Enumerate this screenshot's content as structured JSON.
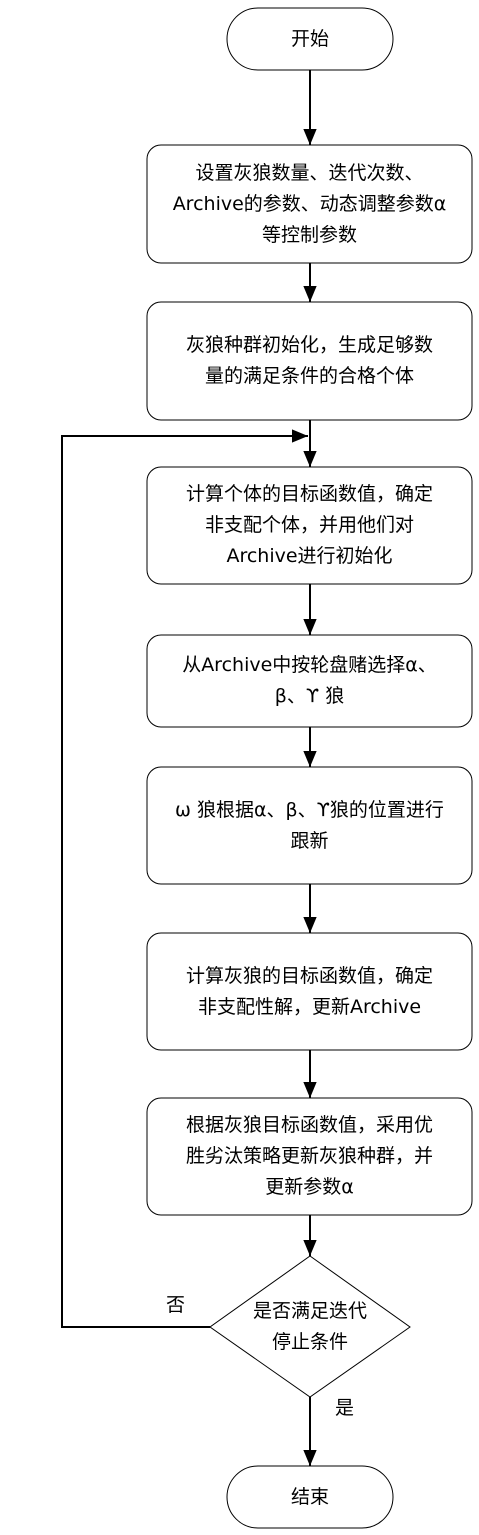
{
  "nodes": {
    "start": {
      "text": "开始"
    },
    "set_params": {
      "lines": [
        "设置灰狼数量、迭代次数、",
        "Archive的参数、动态调整参数α",
        "等控制参数"
      ]
    },
    "init_population": {
      "lines": [
        "灰狼种群初始化，生成足够数",
        "量的满足条件的合格个体"
      ]
    },
    "calc_objective": {
      "lines": [
        "计算个体的目标函数值，确定",
        "非支配个体，并用他们对",
        "Archive进行初始化"
      ]
    },
    "select_leaders": {
      "lines": [
        "从Archive中按轮盘赌选择α、",
        "β、ϒ 狼"
      ]
    },
    "update_omega": {
      "lines": [
        "ω 狼根据α、β、ϒ狼的位置进行",
        "跟新"
      ]
    },
    "update_archive": {
      "lines": [
        "计算灰狼的目标函数值，确定",
        "非支配性解，更新Archive"
      ]
    },
    "update_population": {
      "lines": [
        "根据灰狼目标函数值，采用优",
        "胜劣汰策略更新灰狼种群，并",
        "更新参数α"
      ]
    },
    "check_stop": {
      "lines": [
        "是否满足迭代",
        "停止条件"
      ]
    },
    "end": {
      "text": "结束"
    }
  },
  "edge_labels": {
    "no": "否",
    "yes": "是"
  }
}
